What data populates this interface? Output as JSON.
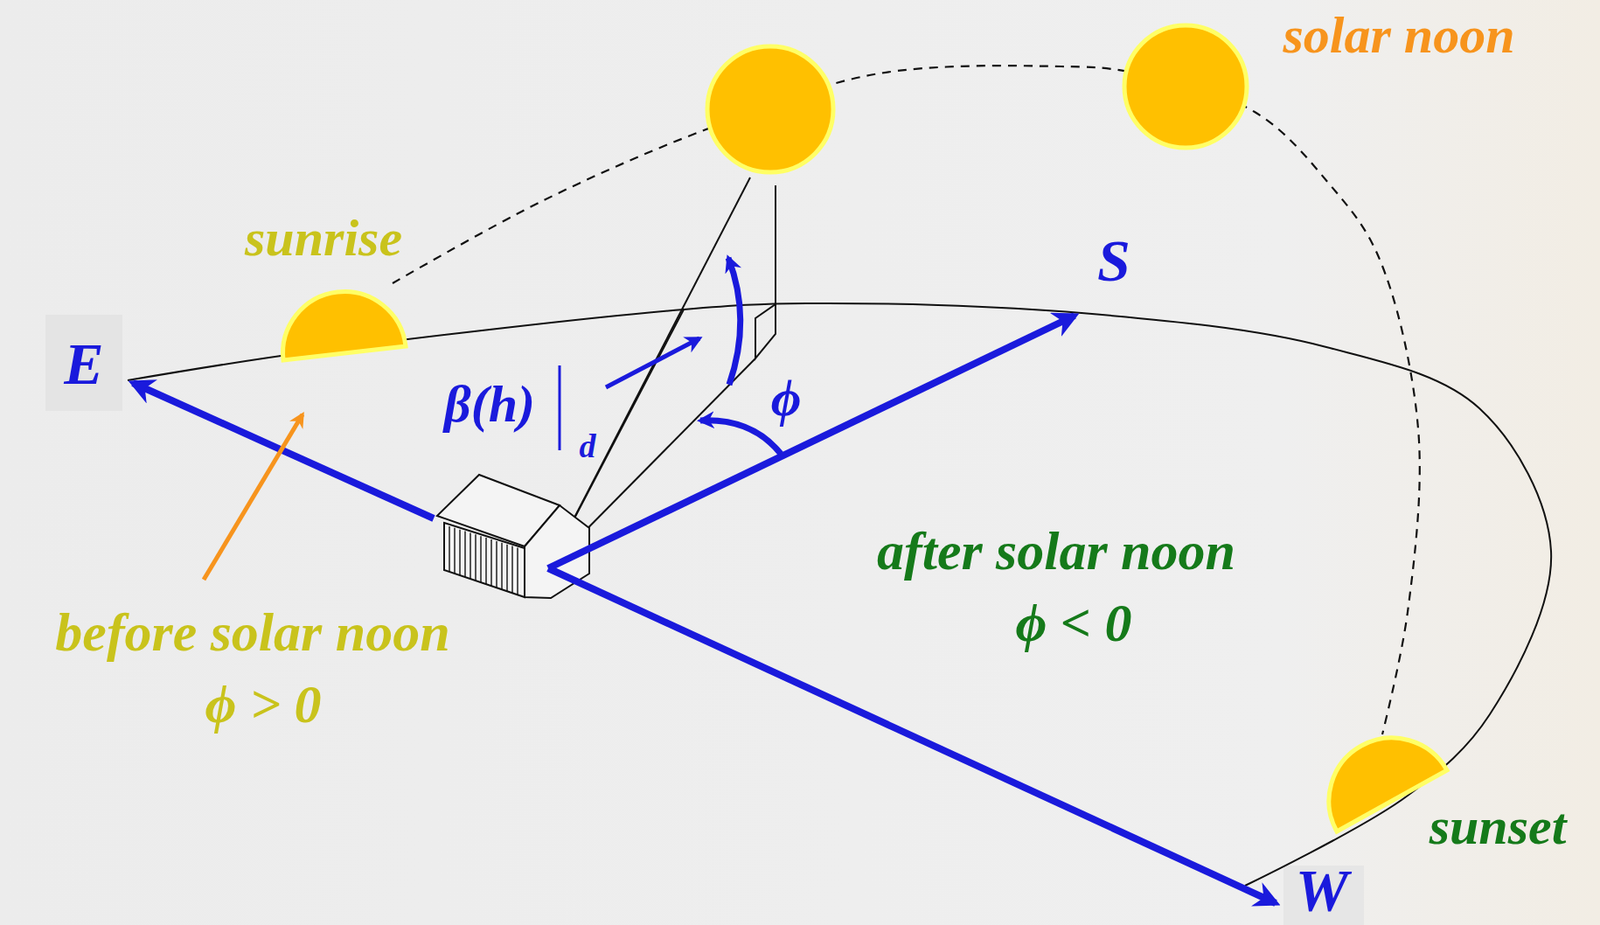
{
  "diagram": {
    "labels": [
      "solar noon",
      "sunrise",
      "E",
      "S",
      "β(h)",
      "d",
      "ϕ",
      "before solar noon",
      "ϕ > 0",
      "after solar noon",
      "ϕ < 0",
      "sunset",
      "W"
    ]
  }
}
